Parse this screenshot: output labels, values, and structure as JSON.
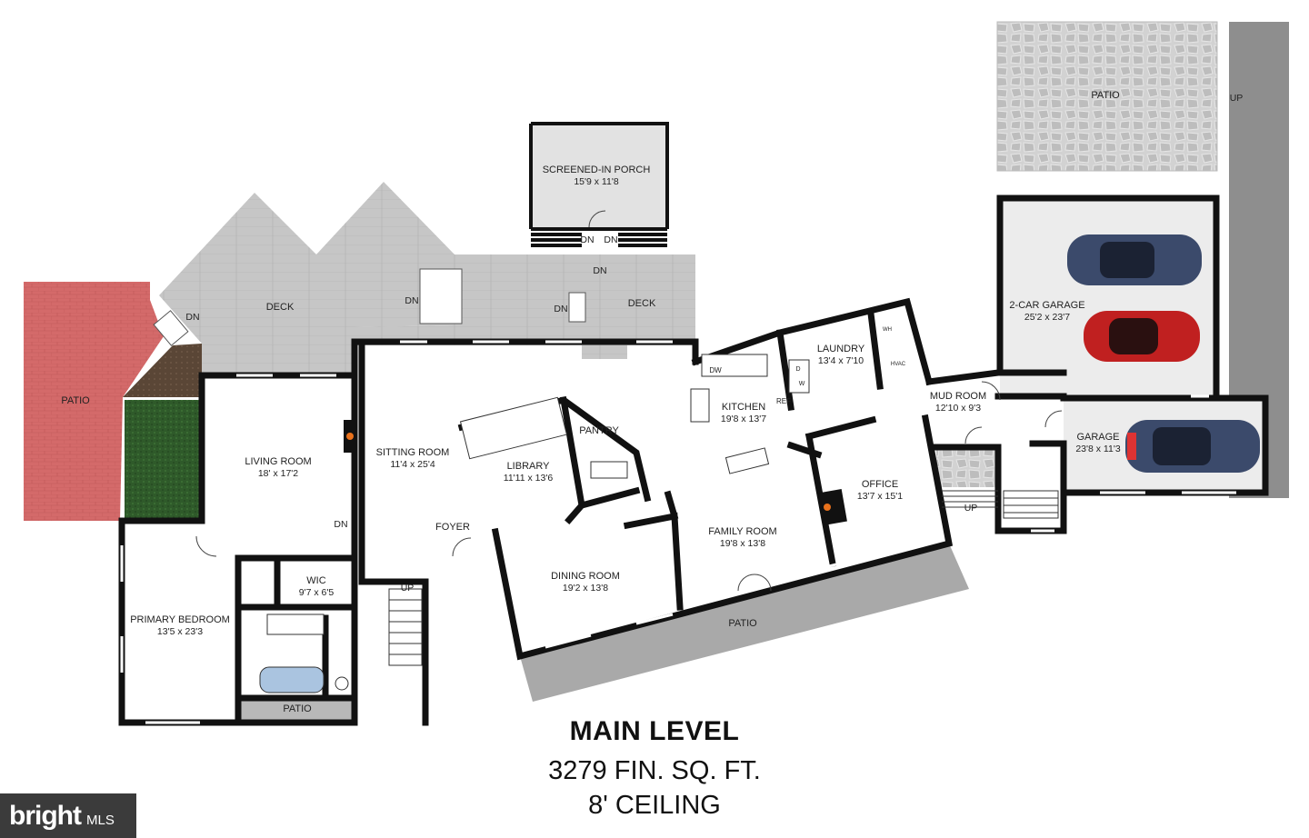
{
  "rooms": {
    "patio_top": {
      "name": "PATIO"
    },
    "screened_porch": {
      "name": "SCREENED-IN PORCH",
      "dims": "15'9 x 11'8"
    },
    "deck_left": {
      "name": "DECK"
    },
    "deck_right": {
      "name": "DECK"
    },
    "patio_left": {
      "name": "PATIO"
    },
    "living_room": {
      "name": "LIVING ROOM",
      "dims": "18' x 17'2"
    },
    "sitting_room": {
      "name": "SITTING ROOM",
      "dims": "11'4 x 25'4"
    },
    "library": {
      "name": "LIBRARY",
      "dims": "11'11 x 13'6"
    },
    "pantry": {
      "name": "PANTRY"
    },
    "kitchen": {
      "name": "KITCHEN",
      "dims": "19'8 x 13'7"
    },
    "laundry": {
      "name": "LAUNDRY",
      "dims": "13'4 x 7'10"
    },
    "mud_room": {
      "name": "MUD ROOM",
      "dims": "12'10 x 9'3"
    },
    "two_car_garage": {
      "name": "2-CAR GARAGE",
      "dims": "25'2 x 23'7"
    },
    "garage": {
      "name": "GARAGE",
      "dims": "23'8 x 11'3"
    },
    "office": {
      "name": "OFFICE",
      "dims": "13'7 x 15'1"
    },
    "family_room": {
      "name": "FAMILY ROOM",
      "dims": "19'8 x 13'8"
    },
    "dining_room": {
      "name": "DINING ROOM",
      "dims": "19'2 x 13'8"
    },
    "foyer": {
      "name": "FOYER"
    },
    "wic": {
      "name": "WIC",
      "dims": "9'7 x 6'5"
    },
    "primary_bedroom": {
      "name": "PRIMARY BEDROOM",
      "dims": "13'5 x 23'3"
    },
    "patio_bath": {
      "name": "PATIO"
    },
    "patio_bottom": {
      "name": "PATIO"
    }
  },
  "markers": {
    "dn": "DN",
    "up": "UP",
    "dw": "DW",
    "ref": "REF",
    "wh": "WH",
    "hvac": "HVAC",
    "d": "D",
    "w": "W"
  },
  "summary": {
    "title": "MAIN LEVEL",
    "area": "3279 FIN. SQ. FT.",
    "ceiling": "8' CEILING"
  },
  "logo": {
    "brand": "bright",
    "suffix": "MLS"
  },
  "colors": {
    "brick_patio": "#d56a6a",
    "deck": "#c9c9c9",
    "lawn": "#2f5a2a",
    "mulch": "#5a4636",
    "driveway": "#8e8e8e",
    "stone_patio": "#cfcfcf",
    "car_blue": "#3b4a6b",
    "car_red": "#c02020"
  }
}
